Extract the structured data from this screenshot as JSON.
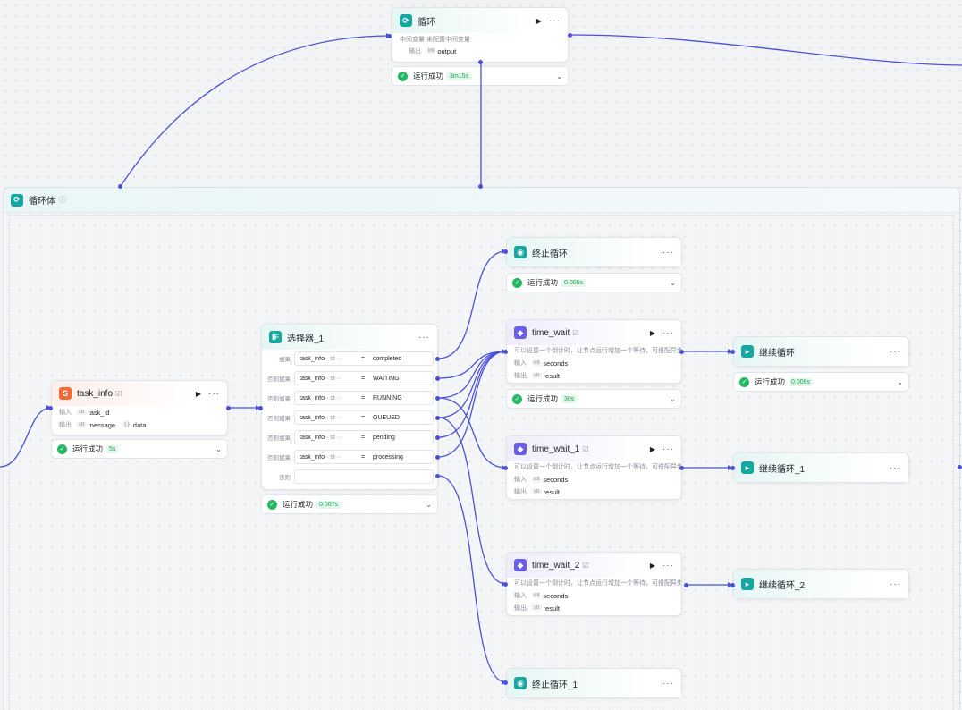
{
  "colors": {
    "edge": "#4a52d6",
    "success": "#25b864",
    "teal": "#14a8a0",
    "orange": "#f06b32",
    "purple": "#6a5ee8"
  },
  "loop_node": {
    "title": "循环",
    "var_label": "中间变量",
    "var_value": "未配置中间变量",
    "output_label": "输出",
    "output_type": "int",
    "output_name": "output",
    "status": "运行成功",
    "duration": "3m15s"
  },
  "loop_body": {
    "title": "循环体",
    "info_icon": "ⓘ"
  },
  "task_info": {
    "title": "task_info",
    "input_label": "输入",
    "input_type": "str",
    "input_name": "task_id",
    "output_label": "输出",
    "output_type": "str",
    "output_name": "message",
    "output2_type": "{ }",
    "output2_name": "data",
    "status": "运行成功",
    "duration": "5s"
  },
  "selector": {
    "title": "选择器_1",
    "conditions": [
      {
        "label": "如果",
        "var": "task_info",
        "sub": "st···",
        "op": "=",
        "value": "completed"
      },
      {
        "label": "否则如果",
        "var": "task_info",
        "sub": "st···",
        "op": "=",
        "value": "WAITING"
      },
      {
        "label": "否则如果",
        "var": "task_info",
        "sub": "st···",
        "op": "=",
        "value": "RUNNING"
      },
      {
        "label": "否则如果",
        "var": "task_info",
        "sub": "st···",
        "op": "=",
        "value": "QUEUED"
      },
      {
        "label": "否则如果",
        "var": "task_info",
        "sub": "st···",
        "op": "=",
        "value": "pending"
      },
      {
        "label": "否则如果",
        "var": "task_info",
        "sub": "st···",
        "op": "=",
        "value": "processing"
      }
    ],
    "else_label": "否则",
    "status": "运行成功",
    "duration": "0.007s"
  },
  "break_loop": {
    "title": "终止循环",
    "status": "运行成功",
    "duration": "0.005s"
  },
  "break_loop_1": {
    "title": "终止循环_1"
  },
  "time_wait": {
    "title": "time_wait",
    "desc": "可以设置一个倒计时，让节点运行增加一个等待，可搭配异步···",
    "input_label": "输入",
    "input_type": "int",
    "input_name": "seconds",
    "output_label": "输出",
    "output_type": "str",
    "output_name": "result",
    "status": "运行成功",
    "duration": "30s"
  },
  "time_wait_1": {
    "title": "time_wait_1",
    "desc": "可以设置一个倒计时，让节点运行增加一个等待，可搭配异步···",
    "input_label": "输入",
    "input_type": "int",
    "input_name": "seconds",
    "output_label": "输出",
    "output_type": "str",
    "output_name": "result"
  },
  "time_wait_2": {
    "title": "time_wait_2",
    "desc": "可以设置一个倒计时，让节点运行增加一个等待，可搭配异步···",
    "input_label": "输入",
    "input_type": "int",
    "input_name": "seconds",
    "output_label": "输出",
    "output_type": "str",
    "output_name": "result"
  },
  "continue_loop": {
    "title": "继续循环",
    "status": "运行成功",
    "duration": "0.006s"
  },
  "continue_loop_1": {
    "title": "继续循环_1"
  },
  "continue_loop_2": {
    "title": "继续循环_2"
  }
}
